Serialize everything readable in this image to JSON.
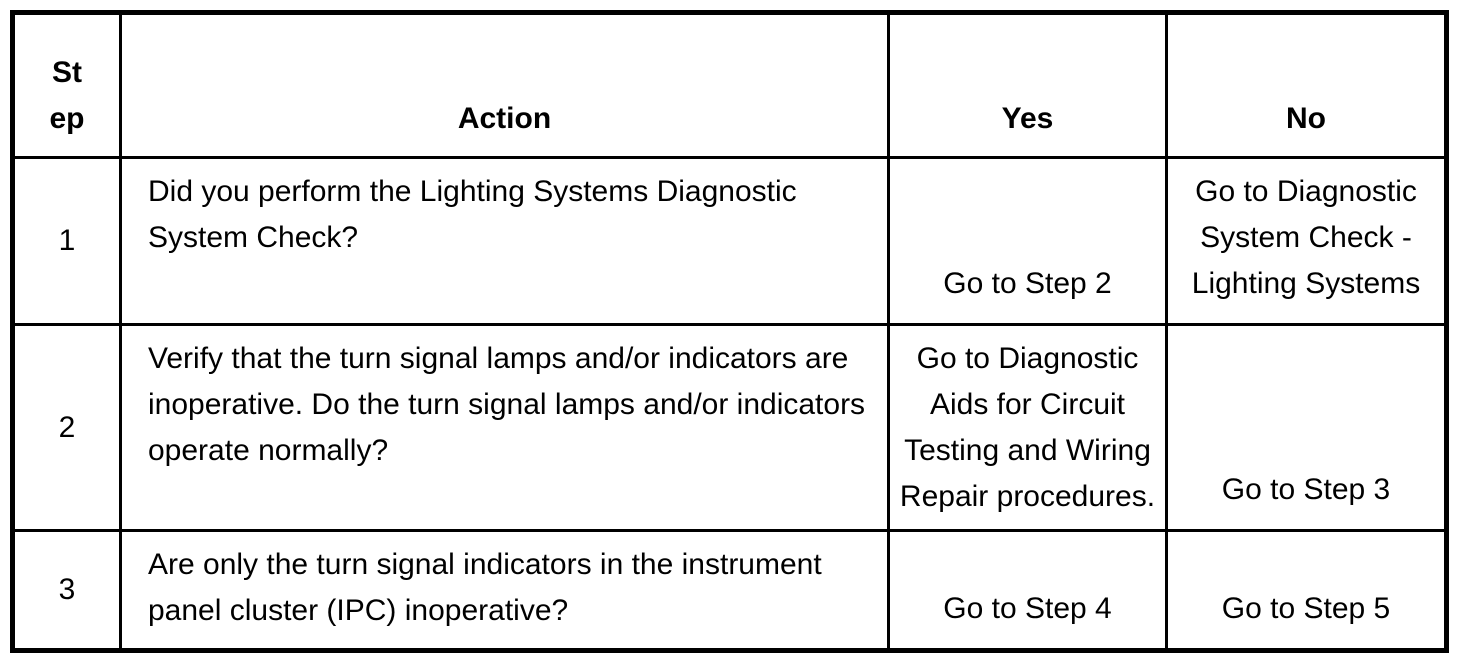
{
  "colors": {
    "background": "#ffffff",
    "border": "#000000",
    "text": "#000000"
  },
  "table": {
    "headers": {
      "step": "St\nep",
      "action": "Action",
      "yes": "Yes",
      "no": "No"
    },
    "rows": [
      {
        "step": "1",
        "action": "Did you perform the Lighting Systems Diagnostic\nSystem Check?",
        "yes": "Go to Step 2",
        "no": "Go to Diagnostic\nSystem Check -\nLighting Systems"
      },
      {
        "step": "2",
        "action": "Verify that the turn signal lamps and/or indicators are\ninoperative. Do the turn signal lamps and/or indicators\noperate normally?",
        "yes": "Go to Diagnostic\nAids for Circuit\nTesting and Wiring\nRepair procedures.",
        "no": "Go to Step 3"
      },
      {
        "step": "3",
        "action": "Are only the turn signal indicators in the instrument\npanel cluster (IPC) inoperative?",
        "yes": "Go to Step 4",
        "no": "Go to Step 5"
      }
    ]
  }
}
